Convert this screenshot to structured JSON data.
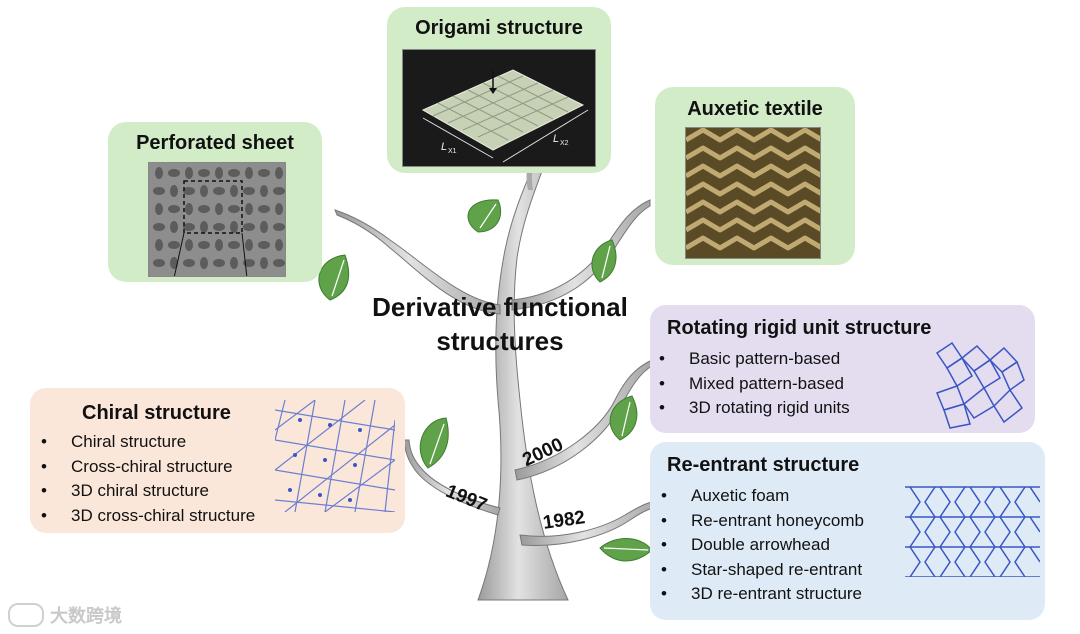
{
  "center_title_line1": "Derivative functional",
  "center_title_line2": "structures",
  "boxes": {
    "perforated": {
      "title": "Perforated sheet"
    },
    "origami": {
      "title": "Origami structure",
      "label_x1": "L",
      "label_x2": "L",
      "sub_x1": "X1",
      "sub_x2": "X2"
    },
    "textile": {
      "title": "Auxetic textile"
    }
  },
  "panels": {
    "rotating": {
      "title": "Rotating rigid unit structure",
      "items": [
        "Basic pattern-based",
        "Mixed pattern-based",
        "3D rotating rigid units"
      ]
    },
    "chiral": {
      "title": "Chiral structure",
      "items": [
        "Chiral structure",
        "Cross-chiral structure",
        "3D chiral structure",
        "3D cross-chiral structure"
      ]
    },
    "reentrant": {
      "title": "Re-entrant structure",
      "items": [
        "Auxetic foam",
        "Re-entrant honeycomb",
        "Double arrowhead",
        "Star-shaped re-entrant",
        "3D re-entrant structure"
      ]
    }
  },
  "years": {
    "y1997": "1997",
    "y2000": "2000",
    "y1982": "1982"
  },
  "watermark": "大数跨境",
  "colors": {
    "green_box": "#d3ecc8",
    "purple_panel": "#e4dcef",
    "peach_panel": "#fbe7da",
    "blue_panel": "#deebf7",
    "leaf": "#5fa24a",
    "pattern": "#3a56c5"
  }
}
